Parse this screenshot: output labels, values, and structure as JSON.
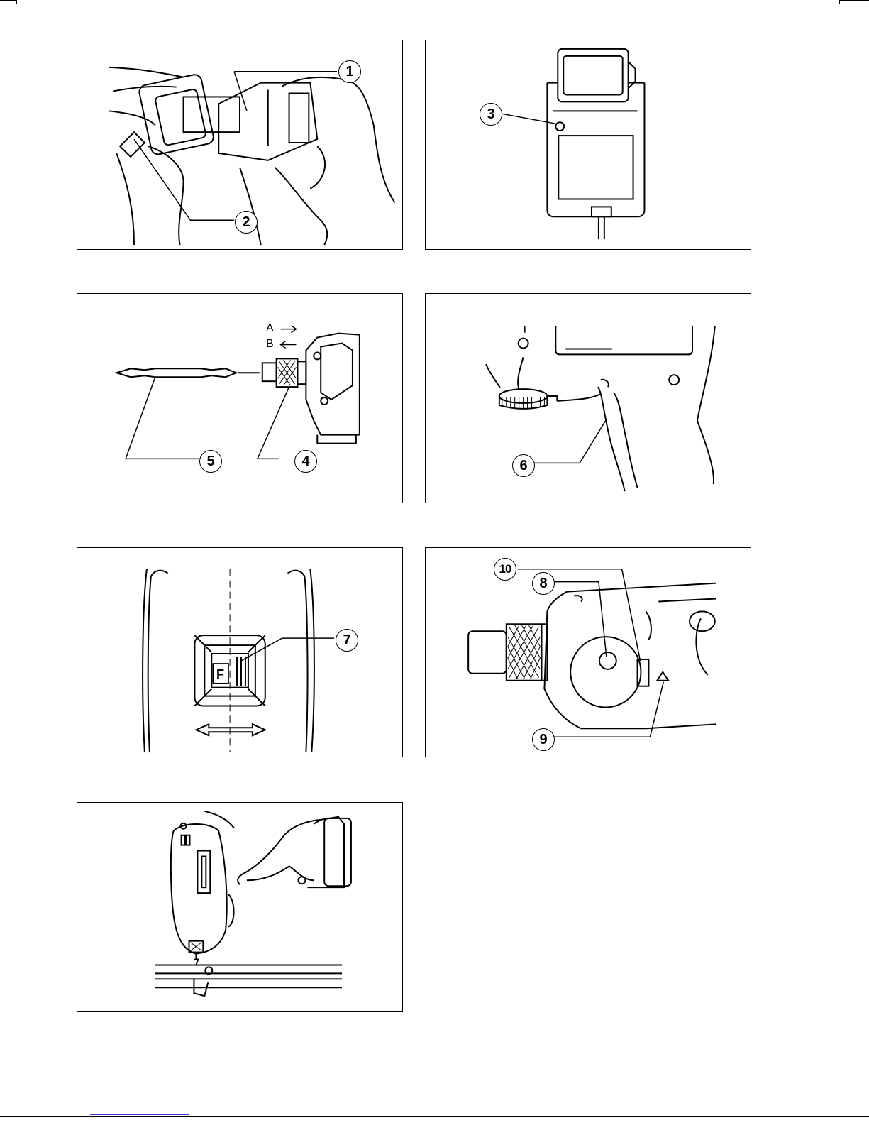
{
  "figures": [
    {
      "id": "fig1",
      "callouts": [
        "1",
        "2"
      ]
    },
    {
      "id": "fig2",
      "callouts": [
        "3"
      ]
    },
    {
      "id": "fig3",
      "callouts": [
        "5",
        "4"
      ],
      "direction_labels": [
        "A",
        "B"
      ]
    },
    {
      "id": "fig4",
      "callouts": [
        "6"
      ]
    },
    {
      "id": "fig5",
      "callouts": [
        "7"
      ],
      "switch_letter": "F"
    },
    {
      "id": "fig6",
      "callouts": [
        "10",
        "8",
        "9"
      ]
    },
    {
      "id": "fig7",
      "callouts": []
    }
  ]
}
